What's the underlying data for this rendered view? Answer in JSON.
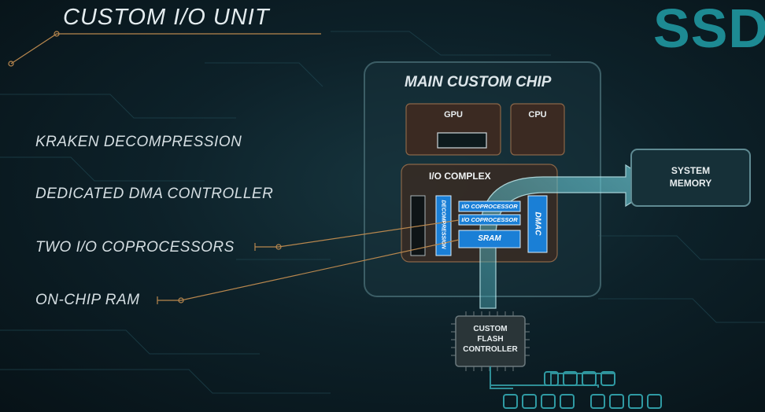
{
  "title": "CUSTOM I/O UNIT",
  "brand": "SSD",
  "features": [
    "KRAKEN DECOMPRESSION",
    "DEDICATED DMA CONTROLLER",
    "TWO I/O COPROCESSORS",
    "ON-CHIP RAM"
  ],
  "main_chip": {
    "title": "MAIN CUSTOM CHIP",
    "gpu": "GPU",
    "cpu": "CPU",
    "io_complex": {
      "title": "I/O COMPLEX",
      "decompression": "DECOMPRESSION",
      "coprocessor_1": "I/O COPROCESSOR",
      "coprocessor_2": "I/O COPROCESSOR",
      "sram": "SRAM",
      "dmac": "DMAC"
    }
  },
  "system_memory": [
    "SYSTEM",
    "MEMORY"
  ],
  "flash_controller": [
    "CUSTOM",
    "FLASH",
    "CONTROLLER"
  ],
  "colors": {
    "accent_blue": "#1a7fd6",
    "brand_teal": "#1d8a93",
    "callout_orange": "#b8874e",
    "chip_brown": "#3b2a22"
  }
}
